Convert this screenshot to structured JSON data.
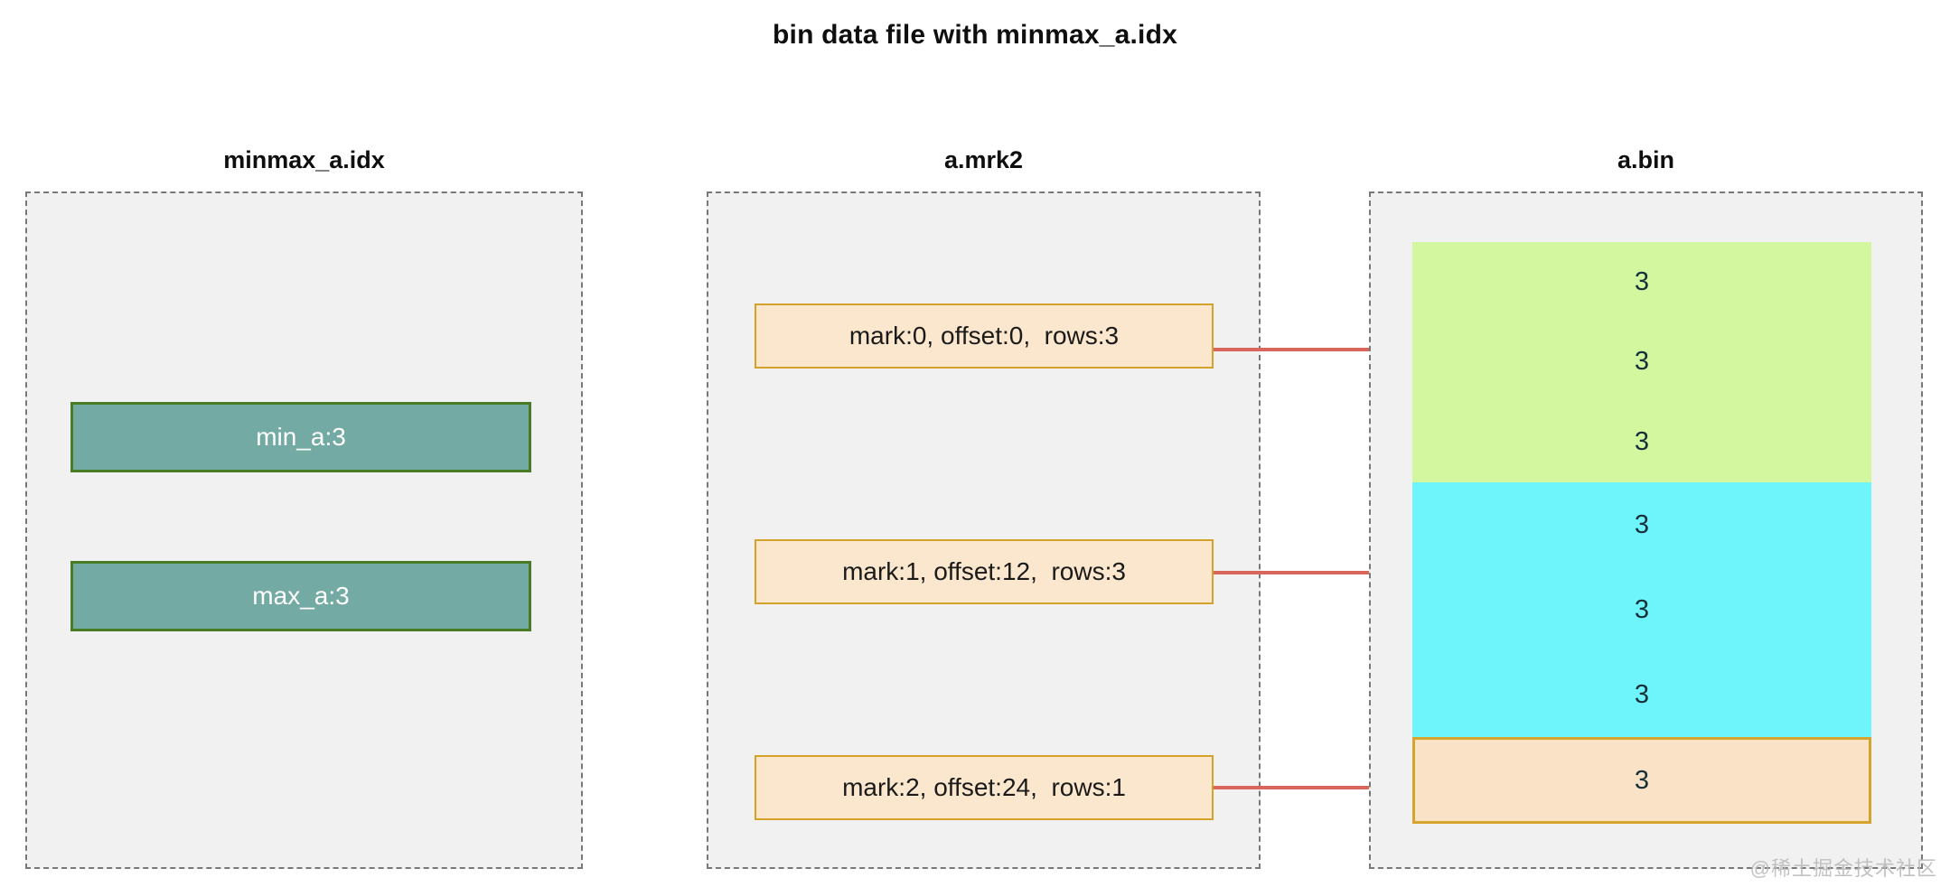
{
  "title": "bin data file with minmax_a.idx",
  "columns": {
    "minmax": {
      "heading": "minmax_a.idx",
      "boxes": [
        {
          "label": "min_a:3"
        },
        {
          "label": "max_a:3"
        }
      ]
    },
    "mrk2": {
      "heading": "a.mrk2",
      "marks": [
        {
          "label": "mark:0, offset:0,  rows:3"
        },
        {
          "label": "mark:1, offset:12,  rows:3"
        },
        {
          "label": "mark:2, offset:24,  rows:1"
        }
      ]
    },
    "bin": {
      "heading": "a.bin",
      "blocks": [
        {
          "cells": [
            "3",
            "3",
            "3"
          ]
        },
        {
          "cells": [
            "3",
            "3",
            "3"
          ]
        },
        {
          "cells": [
            "3"
          ]
        }
      ]
    }
  },
  "arrows": [
    {
      "from": "mark:0",
      "to": "granule-0"
    },
    {
      "from": "mark:1",
      "to": "granule-1"
    },
    {
      "from": "mark:2",
      "to": "granule-2"
    }
  ],
  "watermark": "@稀土掘金技术社区",
  "colors": {
    "granule_green": "#d3f79f",
    "granule_cyan": "#6ef4fb",
    "granule_peach": "#fae2c6",
    "index_box_fill": "#74aaa4",
    "index_box_border": "#4a7c28",
    "mark_box_fill": "#fbe7cd",
    "mark_box_border": "#d4a229",
    "arrow": "#d9665a",
    "panel_fill": "#f1f1f1",
    "panel_border": "#77787a"
  }
}
